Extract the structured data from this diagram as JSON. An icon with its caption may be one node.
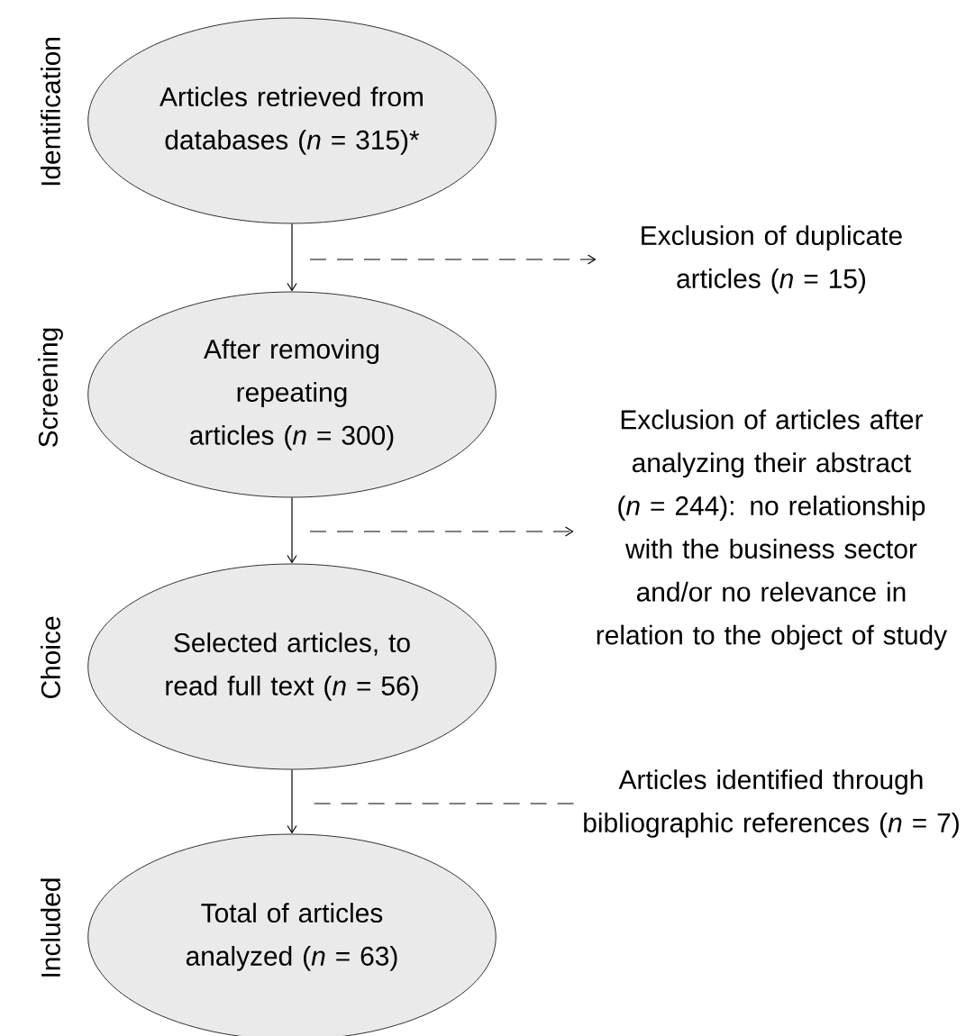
{
  "diagram": {
    "nodes": [
      {
        "text": [
          "Articles retrieved from databases (*n* = 315)*"
        ]
      },
      {
        "text": [
          "After removing repeating articles (*n* = 300)"
        ]
      },
      {
        "text": [
          "Selected articles, to read full text (*n* = 56)"
        ]
      },
      {
        "text": [
          "Total of articles analyzed (*n* = 63)"
        ]
      },
      {
        "text": [
          "Exclusion of duplicate articles (*n* = 15)"
        ]
      },
      {
        "text": [
          "Exclusion of articles after analyzing their abstract (*n* = 244): no relationship with the business sector and/or no relevance in relation to the object of study"
        ]
      },
      {
        "text": [
          "Articles identified through bibliographic references (*n* = 7)"
        ]
      }
    ],
    "edges": [
      {
        "from": 0,
        "to": 1,
        "arrow": "to"
      },
      {
        "from": null,
        "to": 4,
        "arrow": "to",
        "style": "dashed"
      },
      {
        "from": 1,
        "to": 2,
        "arrow": "to"
      },
      {
        "from": null,
        "to": 5,
        "arrow": "to",
        "style": "dashed"
      },
      {
        "from": 2,
        "to": 3,
        "arrow": "to"
      },
      {
        "from": 6,
        "to": null,
        "arrow": "none",
        "style": "dashed"
      }
    ],
    "labels": [
      "Identification",
      "Screening",
      "Choice",
      "Included"
    ]
  }
}
